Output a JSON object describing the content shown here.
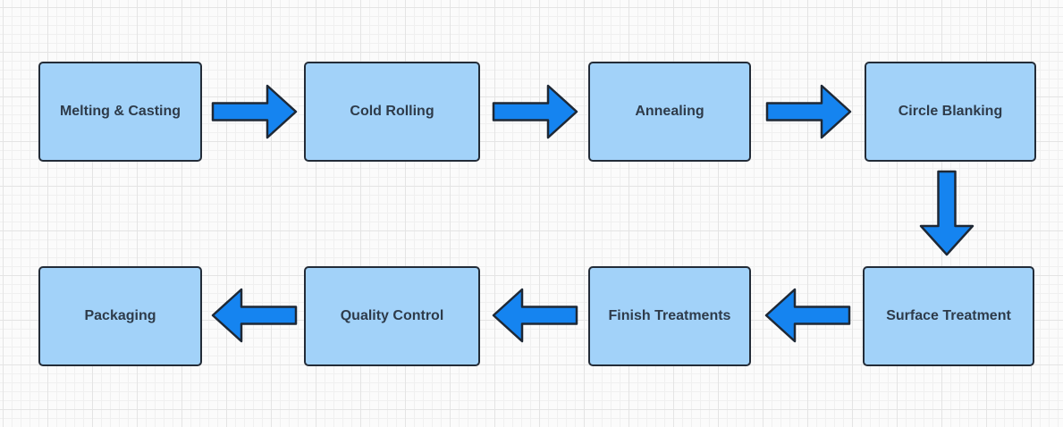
{
  "colors": {
    "bg": "#fbfbfb",
    "grid_minor": "#f0f0f0",
    "grid_major": "#e4e4e4",
    "node_fill": "#a2d2f9",
    "node_border": "#232c38",
    "arrow_fill": "#1584f0",
    "arrow_border": "#1e2835",
    "text_color": "#2e3b4a"
  },
  "flowchart": {
    "nodes": [
      {
        "id": "melting-casting",
        "label": "Melting & Casting"
      },
      {
        "id": "cold-rolling",
        "label": "Cold Rolling"
      },
      {
        "id": "annealing",
        "label": "Annealing"
      },
      {
        "id": "circle-blanking",
        "label": "Circle Blanking"
      },
      {
        "id": "surface-treatment",
        "label": "Surface Treatment"
      },
      {
        "id": "finish-treatments",
        "label": "Finish Treatments"
      },
      {
        "id": "quality-control",
        "label": "Quality Control"
      },
      {
        "id": "packaging",
        "label": "Packaging"
      }
    ],
    "connections": [
      {
        "from": "melting-casting",
        "to": "cold-rolling",
        "direction": "right"
      },
      {
        "from": "cold-rolling",
        "to": "annealing",
        "direction": "right"
      },
      {
        "from": "annealing",
        "to": "circle-blanking",
        "direction": "right"
      },
      {
        "from": "circle-blanking",
        "to": "surface-treatment",
        "direction": "down"
      },
      {
        "from": "surface-treatment",
        "to": "finish-treatments",
        "direction": "left"
      },
      {
        "from": "finish-treatments",
        "to": "quality-control",
        "direction": "left"
      },
      {
        "from": "quality-control",
        "to": "packaging",
        "direction": "left"
      }
    ]
  }
}
